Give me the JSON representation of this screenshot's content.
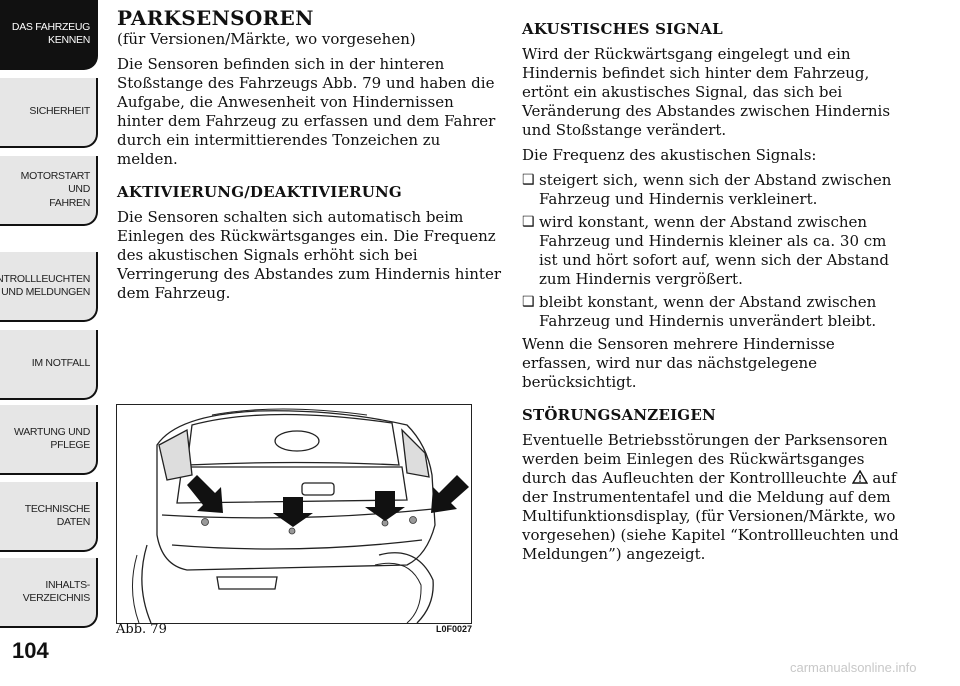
{
  "sidebar": {
    "tabs": [
      {
        "label": "DAS FAHRZEUG\nKENNEN",
        "active": true
      },
      {
        "label": "SICHERHEIT",
        "active": false
      },
      {
        "label": "MOTORSTART UND\nFAHREN",
        "active": false
      },
      {
        "label": "KONTROLLLEUCHTEN\nUND MELDUNGEN",
        "active": false
      },
      {
        "label": "IM NOTFALL",
        "active": false
      },
      {
        "label": "WARTUNG UND\nPFLEGE",
        "active": false
      },
      {
        "label": "TECHNISCHE\nDATEN",
        "active": false
      },
      {
        "label": "INHALTS-\nVERZEICHNIS",
        "active": false
      }
    ]
  },
  "page_number": "104",
  "left": {
    "title": "PARKSENSOREN",
    "subtitle": "(für Versionen/Märkte, wo vorgesehen)",
    "intro": "Die Sensoren befinden sich in der hinteren Stoßstange des Fahrzeugs Abb. 79 und haben die Aufgabe, die Anwesenheit von Hindernissen hinter dem Fahrzeug zu erfassen und dem Fahrer durch ein intermittierendes Tonzeichen zu melden.",
    "heading_activation": "AKTIVIERUNG/DEAKTIVIERUNG",
    "activation_text": "Die Sensoren schalten sich automatisch beim Einlegen des Rückwärtsganges ein. Die Frequenz des akustischen Signals erhöht sich bei Verringerung des Abstandes zum Hindernis hinter dem Fahrzeug."
  },
  "right": {
    "heading_signal": "AKUSTISCHES SIGNAL",
    "signal_text": "Wird der Rückwärtsgang eingelegt und ein Hindernis befindet sich hinter dem Fahrzeug, ertönt ein akustisches Signal, das sich bei Veränderung des Abstandes zwischen Hindernis und Stoßstange verändert.",
    "frequency_intro": "Die Frequenz des akustischen Signals:",
    "bullets": [
      "steigert sich, wenn sich der Abstand zwischen Fahrzeug und Hindernis verkleinert.",
      "wird konstant, wenn der Abstand zwischen Fahrzeug und Hindernis kleiner als ca. 30 cm ist und hört sofort auf, wenn sich der Abstand zum Hindernis vergrößert.",
      "bleibt konstant, wenn der Abstand zwischen Fahrzeug und Hindernis unverändert bleibt."
    ],
    "multiple_text": "Wenn die Sensoren mehrere Hindernisse erfassen, wird nur das nächstgelegene berücksichtigt.",
    "heading_faults": "STÖRUNGSANZEIGEN",
    "faults_text_a": "Eventuelle Betriebsstörungen der Parksensoren werden beim Einlegen des Rückwärtsganges durch das Aufleuchten der Kontrollleuchte",
    "faults_text_b": "auf der Instrumententafel und die Meldung auf dem Multifunktionsdisplay, (für Versionen/Märkte, wo vorgesehen) (siehe Kapitel “Kontrollleuchten und Meldungen”) angezeigt."
  },
  "figure": {
    "caption": "Abb. 79",
    "code": "L0F0027"
  },
  "watermark": "carmanualsonline.info"
}
